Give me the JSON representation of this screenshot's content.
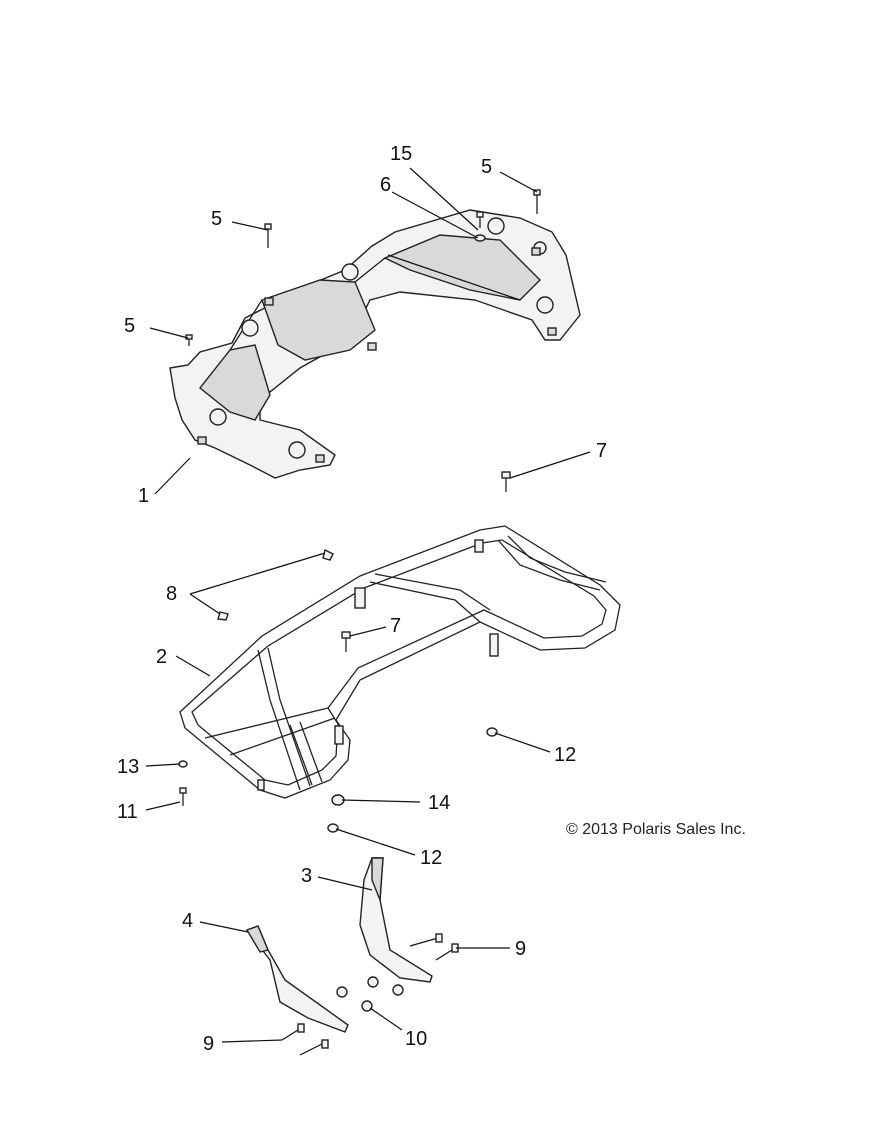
{
  "copyright": "© 2013 Polaris Sales Inc.",
  "callouts": [
    "15",
    "5",
    "6",
    "5",
    "5",
    "1",
    "7",
    "8",
    "7",
    "2",
    "12",
    "13",
    "14",
    "11",
    "12",
    "3",
    "4",
    "9",
    "10",
    "9"
  ]
}
